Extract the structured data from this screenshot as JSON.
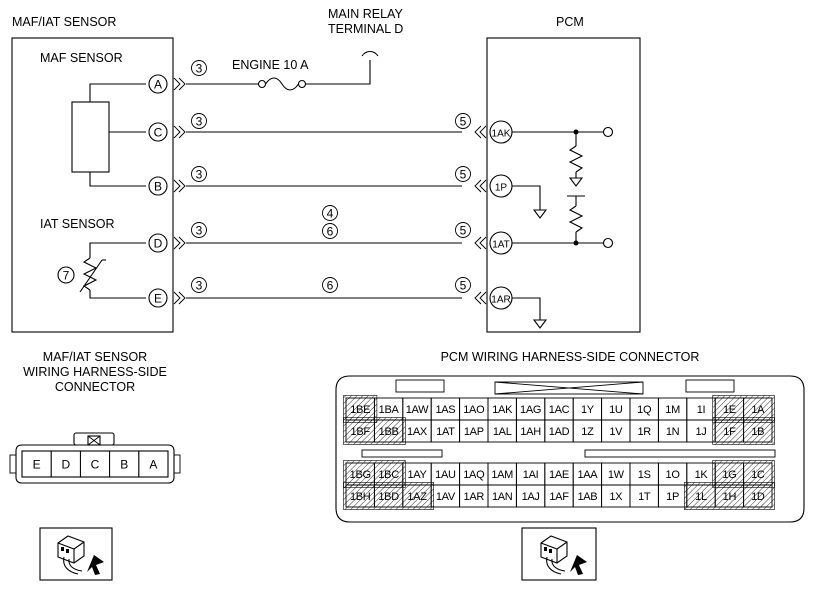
{
  "labels": {
    "maf_iat_sensor": "MAF/IAT SENSOR",
    "maf_sensor": "MAF SENSOR",
    "iat_sensor": "IAT SENSOR",
    "main_relay_line1": "MAIN RELAY",
    "main_relay_line2": "TERMINAL D",
    "pcm": "PCM",
    "engine_fuse": "ENGINE 10 A",
    "maf_conn_line1": "MAF/IAT SENSOR",
    "maf_conn_line2": "WIRING HARNESS-SIDE",
    "maf_conn_line3": "CONNECTOR",
    "pcm_conn": "PCM WIRING HARNESS-SIDE CONNECTOR"
  },
  "sensor_pins": [
    "A",
    "C",
    "B",
    "D",
    "E"
  ],
  "pcm_pins": [
    "1AK",
    "1P",
    "1AT",
    "1AR"
  ],
  "circled_numbers": {
    "n3": "3",
    "n4": "4",
    "n5": "5",
    "n6": "6",
    "n7": "7"
  },
  "maf_connector_pins": [
    "E",
    "D",
    "C",
    "B",
    "A"
  ],
  "pcm_connector": {
    "top_rows": [
      [
        "1BE",
        "1BA",
        "1AW",
        "1AS",
        "1AO",
        "1AK",
        "1AG",
        "1AC",
        "1Y",
        "1U",
        "1Q",
        "1M",
        "1I",
        "1E",
        "1A"
      ],
      [
        "1BF",
        "1BB",
        "1AX",
        "1AT",
        "1AP",
        "1AL",
        "1AH",
        "1AD",
        "1Z",
        "1V",
        "1R",
        "1N",
        "1J",
        "1F",
        "1B"
      ]
    ],
    "bottom_rows": [
      [
        "1BG",
        "1BC",
        "1AY",
        "1AU",
        "1AQ",
        "1AM",
        "1AI",
        "1AE",
        "1AA",
        "1W",
        "1S",
        "1O",
        "1K",
        "1G",
        "1C"
      ],
      [
        "1BH",
        "1BD",
        "1AZ",
        "1AV",
        "1AR",
        "1AN",
        "1AJ",
        "1AF",
        "1AB",
        "1X",
        "1T",
        "1P",
        "1L",
        "1H",
        "1D"
      ]
    ]
  }
}
